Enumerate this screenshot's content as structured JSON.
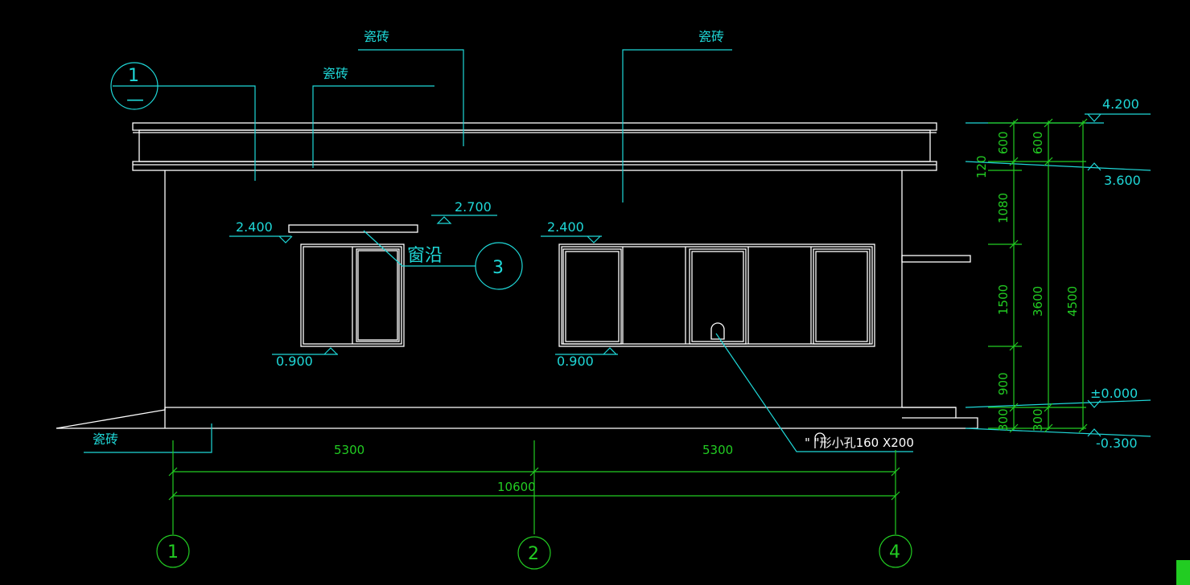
{
  "labels": {
    "tile": "瓷砖",
    "sill": "窗沿",
    "hole": "\"  \"形小孔160 X200"
  },
  "callouts": {
    "detail1_top": "1",
    "detail1_bottom": "—",
    "detail3": "3"
  },
  "elevations": {
    "e2700": "2.700",
    "e2400a": "2.400",
    "e2400b": "2.400",
    "e0900a": "0.900",
    "e0900b": "0.900",
    "e4200": "4.200",
    "e3600": "3.600",
    "e0000": "±0.000",
    "em0300": "-0.300"
  },
  "dimensions": {
    "h": [
      "5300",
      "5300",
      "10600"
    ],
    "v_left": [
      "600",
      "120",
      "1080",
      "1500",
      "900",
      "300"
    ],
    "v_mid": [
      "600",
      "3600",
      "300"
    ],
    "v_right": [
      "4500"
    ]
  },
  "axes": [
    "1",
    "2",
    "4"
  ],
  "colors": {
    "background": "#000000",
    "line": "#ffffff",
    "annotation": "#1fd8d8",
    "dimension": "#22cc22"
  }
}
